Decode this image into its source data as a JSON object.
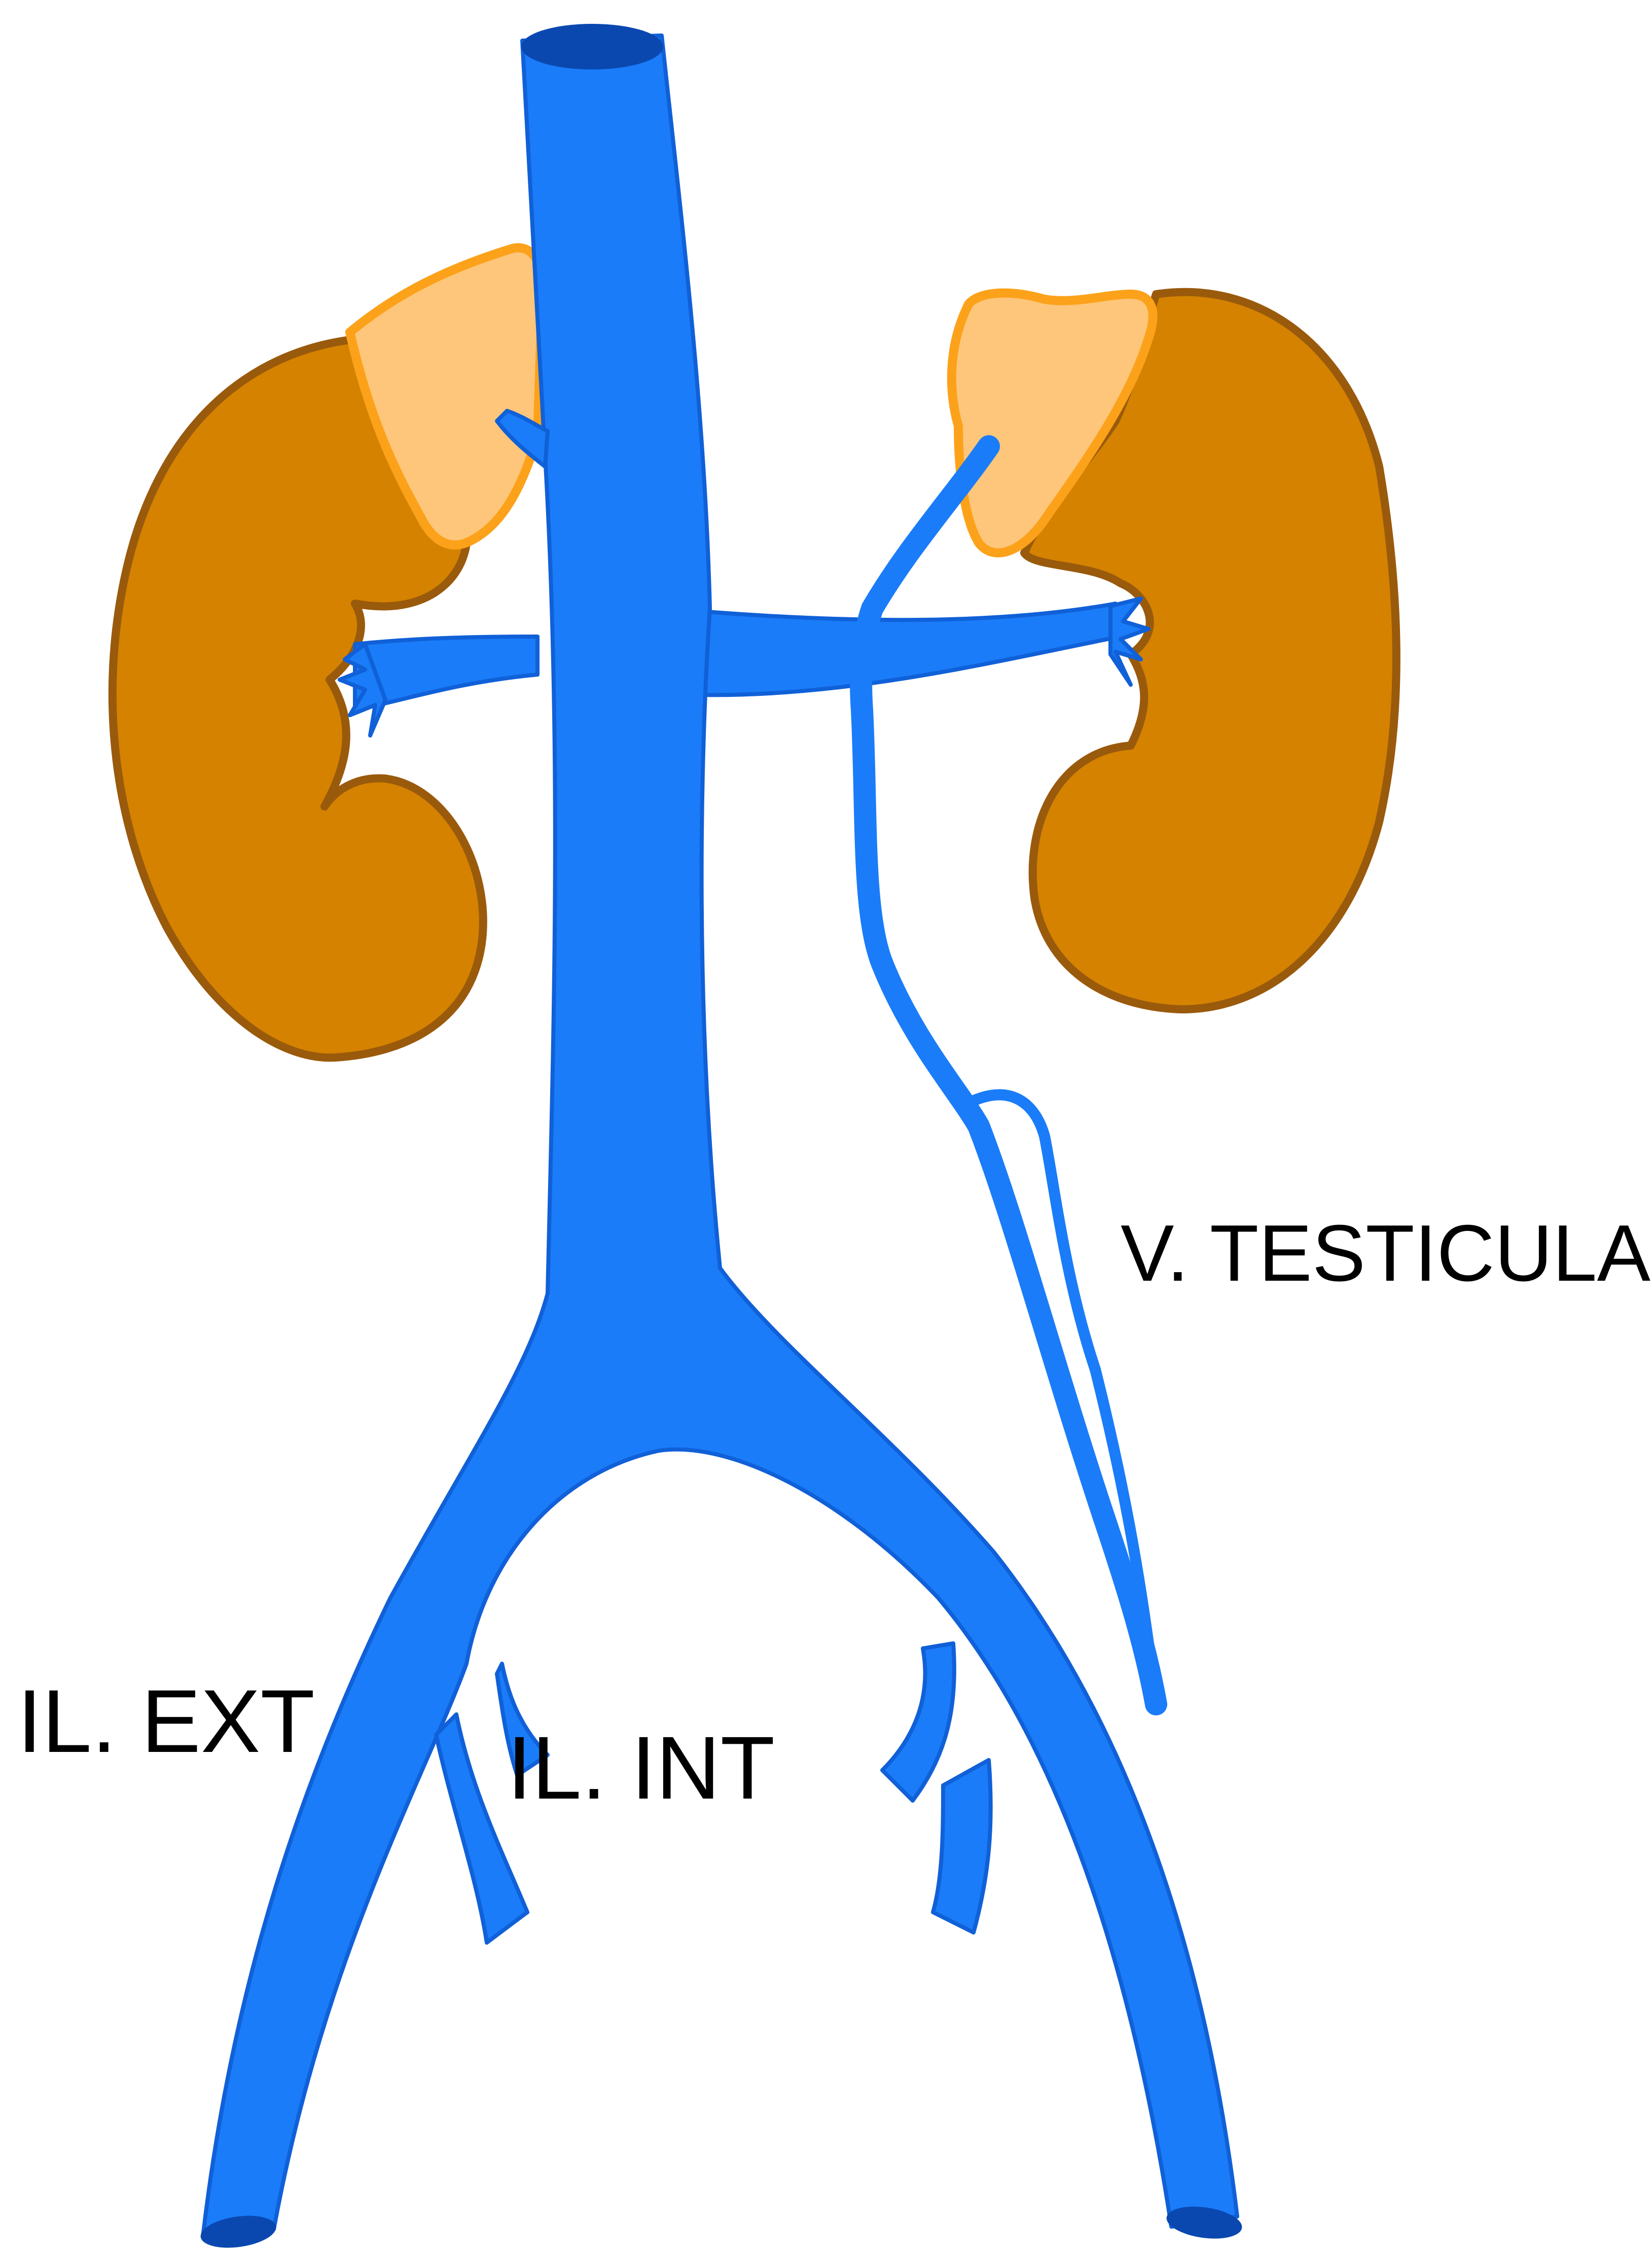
{
  "labels": {
    "testicular_vein": "V. TESTICULAR",
    "external_iliac": "IL. EXT",
    "internal_iliac": "IL. INT"
  },
  "colors": {
    "vein": "#1a7cf8",
    "vein_outline": "#1060d8",
    "vein_lumen": "#0a48b0",
    "kidney": "#d48200",
    "kidney_outline": "#9a5a0c",
    "adrenal": "#fec67a",
    "adrenal_outline": "#fca21a",
    "background": "#ffffff",
    "text": "#000000"
  }
}
